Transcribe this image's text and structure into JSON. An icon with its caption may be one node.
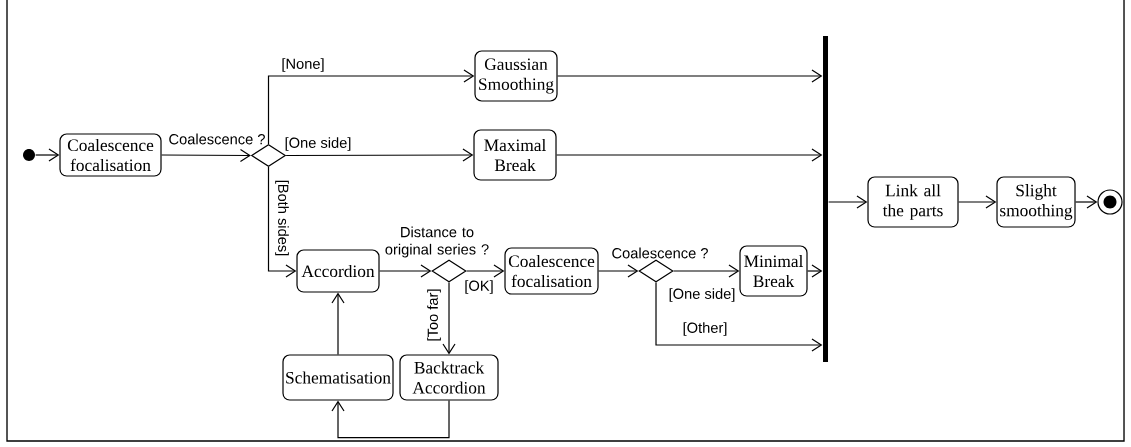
{
  "diagram": {
    "nodes": [
      {
        "text": [],
        "shape": "circle"
      },
      {
        "text": [
          "Coalescence focalisation"
        ]
      },
      {
        "text": [],
        "shape": "diamond"
      },
      {
        "text": [
          "Gaussian Smoothing"
        ]
      },
      {
        "text": [
          "Maximal Break"
        ]
      },
      {
        "text": [
          "Accordion"
        ]
      },
      {
        "text": [],
        "shape": "diamond"
      },
      {
        "text": [
          "Coalescence focalisation"
        ]
      },
      {
        "text": [],
        "shape": "diamond"
      },
      {
        "text": [
          "Minimal Break"
        ]
      },
      {
        "text": [
          "Backtrack Accordion"
        ]
      },
      {
        "text": [
          "Schematisation"
        ]
      },
      {
        "text": [],
        "shape": "bar"
      },
      {
        "text": [
          "Link all the parts"
        ]
      },
      {
        "text": [
          "Slight smoothing"
        ]
      },
      {
        "text": [],
        "shape": "bullseye"
      }
    ],
    "edges": [
      {
        "from": 0,
        "to": 1,
        "arrow": "to"
      },
      {
        "from": 1,
        "to": 2,
        "arrow": "to",
        "label": "Coalescence ?"
      },
      {
        "from": 2,
        "to": 3,
        "arrow": "to",
        "label": "[None]"
      },
      {
        "from": 2,
        "to": 4,
        "arrow": "to",
        "label": "[One side]"
      },
      {
        "from": 2,
        "to": 5,
        "arrow": "to",
        "label": "[Both sides]"
      },
      {
        "from": 5,
        "to": 6,
        "arrow": "to",
        "label": "Distance to original series ?"
      },
      {
        "from": 6,
        "to": 7,
        "arrow": "to",
        "label": "[OK]"
      },
      {
        "from": 6,
        "to": 10,
        "arrow": "to",
        "label": "[Too far]"
      },
      {
        "from": 7,
        "to": 8,
        "arrow": "to",
        "label": "Coalescence ?"
      },
      {
        "from": 8,
        "to": 9,
        "arrow": "to",
        "label": "[One side]"
      },
      {
        "from": 8,
        "to": 12,
        "arrow": "to",
        "label": "[Other]"
      },
      {
        "from": 10,
        "to": 11,
        "arrow": "to"
      },
      {
        "from": 11,
        "to": 5,
        "arrow": "to"
      },
      {
        "from": 3,
        "to": 12,
        "arrow": "to"
      },
      {
        "from": 4,
        "to": 12,
        "arrow": "to"
      },
      {
        "from": 9,
        "to": 12,
        "arrow": "to"
      },
      {
        "from": 12,
        "to": 13,
        "arrow": "to"
      },
      {
        "from": 13,
        "to": 14,
        "arrow": "to"
      },
      {
        "from": 14,
        "to": 15,
        "arrow": "to"
      }
    ]
  }
}
